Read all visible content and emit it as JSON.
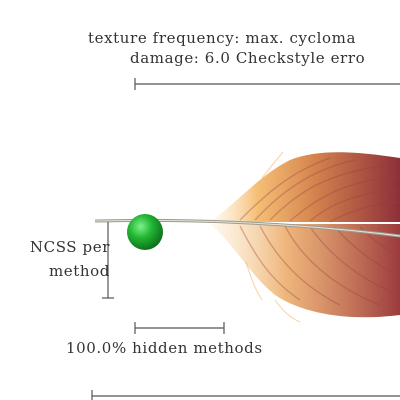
{
  "labels": {
    "top_line_1": "texture frequency: max. cycloma",
    "top_line_2": "damage: 6.0 Checkstyle erro",
    "left_line_1": "NCSS per",
    "left_line_2": "method",
    "bottom_line": "100.0% hidden methods"
  },
  "colors": {
    "feather_base": "#f3b25c",
    "feather_mid": "#d8864a",
    "feather_tip": "#8e2f3a",
    "node": "#1eaa2e",
    "rachis": "#9c9a8e",
    "dimension_line": "#555555",
    "text": "#333333"
  }
}
